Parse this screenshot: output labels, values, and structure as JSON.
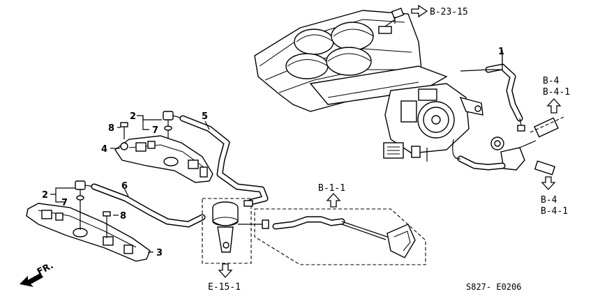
{
  "callouts": {
    "p1": "1",
    "p2a": "2",
    "p2b": "2",
    "p3": "3",
    "p4": "4",
    "p5": "5",
    "p6": "6",
    "p7a": "7",
    "p7b": "7",
    "p8a": "8",
    "p8b": "8"
  },
  "references": {
    "b23_15": "B-23-15",
    "b4_top": "B-4",
    "b4_1_top": "B-4-1",
    "b4_bottom": "B-4",
    "b4_1_bottom": "B-4-1",
    "b1_1": "B-1-1",
    "e15_1": "E-15-1"
  },
  "front_marker": "FR.",
  "diagram_code": "S827- E0206"
}
